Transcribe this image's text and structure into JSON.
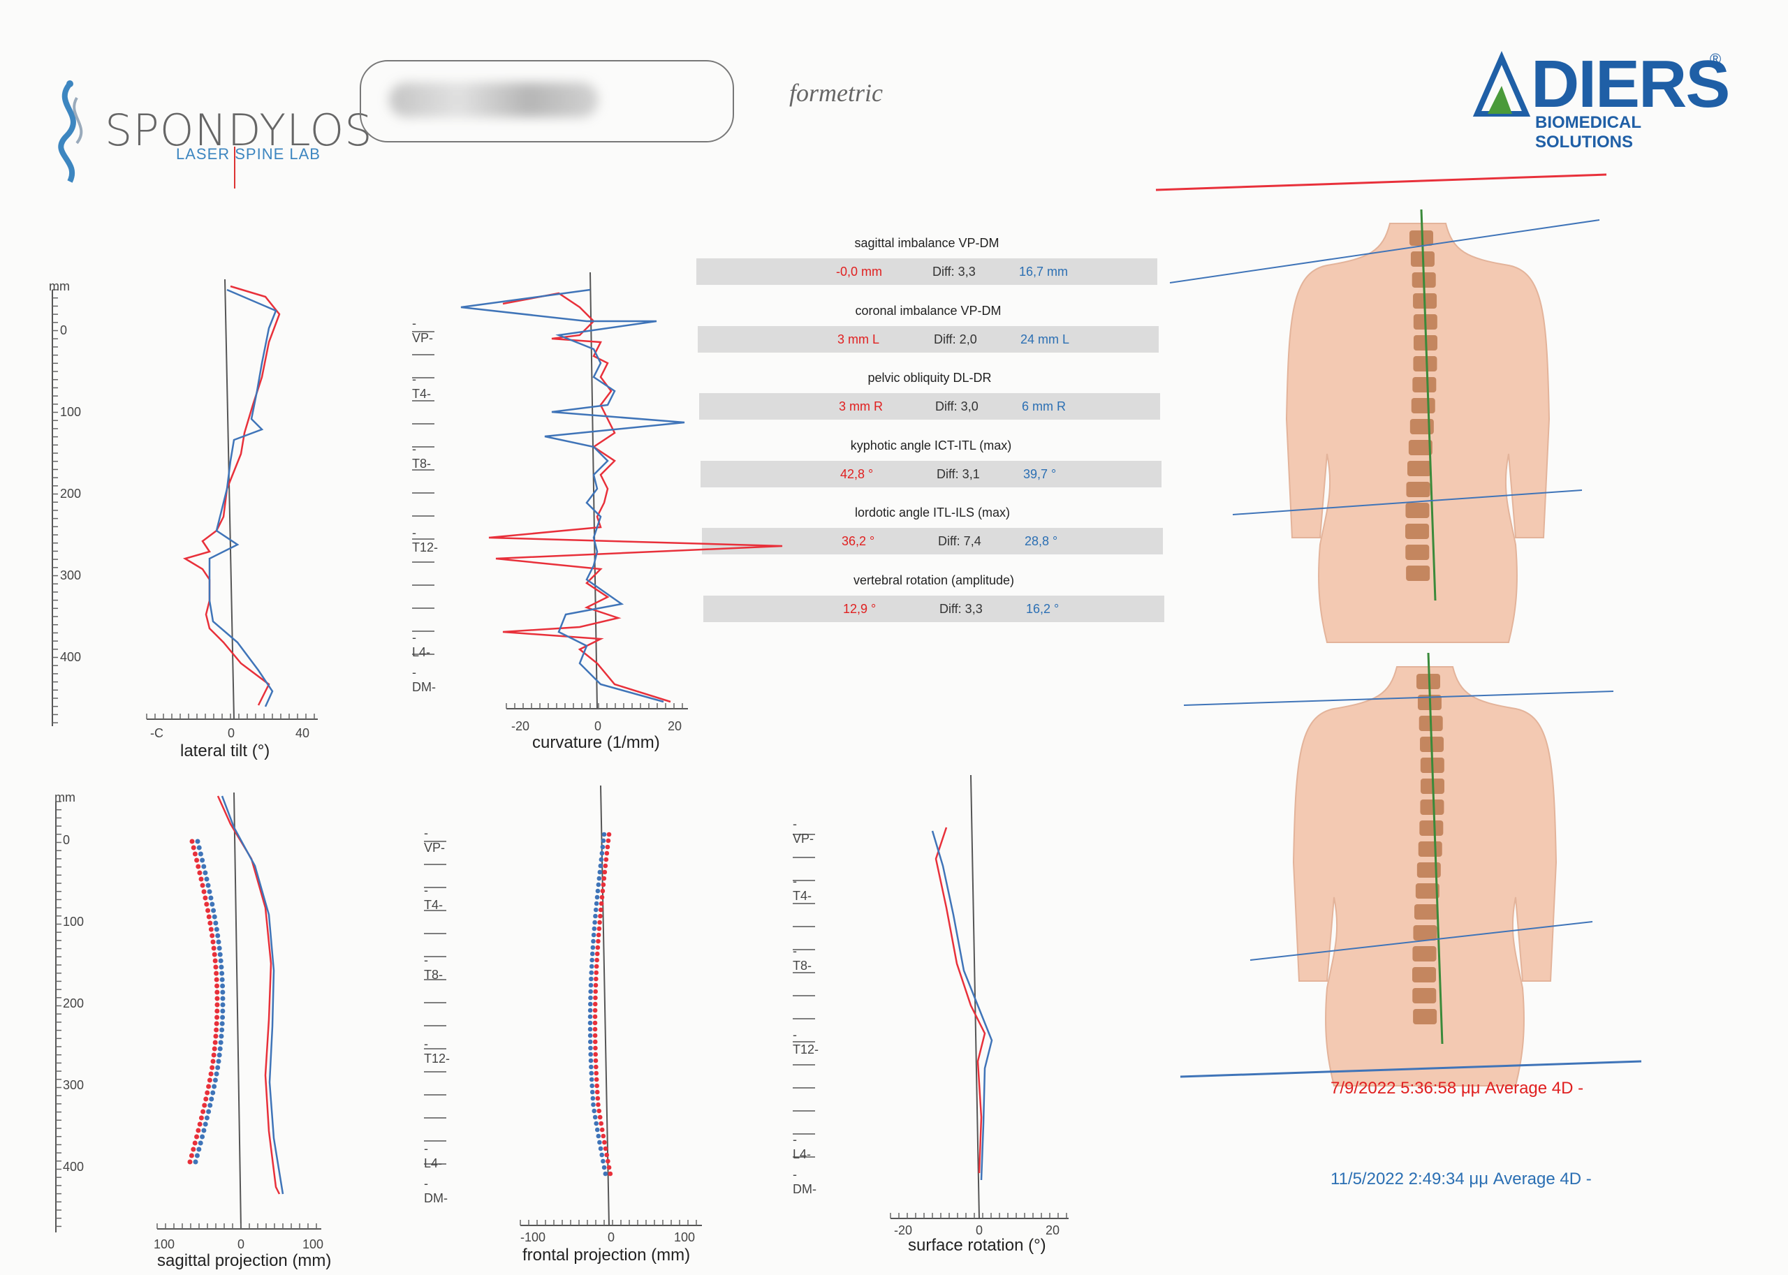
{
  "header": {
    "brand": "SPONDYLOS",
    "brand_sub": "LASER SPINE LAB",
    "product": "formetric",
    "vendor": "DIERS",
    "vendor_reg": "®",
    "vendor_sub": "BIOMEDICAL SOLUTIONS"
  },
  "parameters": [
    {
      "title": "sagittal imbalance VP-DM",
      "left": "-0,0 mm",
      "diff": "Diff: 3,3",
      "right": "16,7 mm"
    },
    {
      "title": "coronal imbalance VP-DM",
      "left": "3 mm L",
      "diff": "Diff: 2,0",
      "right": "24 mm L"
    },
    {
      "title": "pelvic obliquity DL-DR",
      "left": "3 mm R",
      "diff": "Diff: 3,0",
      "right": "6 mm R"
    },
    {
      "title": "kyphotic angle ICT-ITL (max)",
      "left": "42,8 °",
      "diff": "Diff: 3,1",
      "right": "39,7 °"
    },
    {
      "title": "lordotic angle ITL-ILS (max)",
      "left": "36,2 °",
      "diff": "Diff: 7,4",
      "right": "28,8 °"
    },
    {
      "title": "vertebral rotation (amplitude)",
      "left": "12,9 °",
      "diff": "Diff: 3,3",
      "right": "16,2 °"
    }
  ],
  "plots": {
    "lateral_tilt": {
      "xlabel": "lateral tilt (°)",
      "ticks": [
        "-C",
        "0",
        "40"
      ],
      "unit": "mm",
      "yticks": [
        "0",
        "100",
        "200",
        "300",
        "400"
      ]
    },
    "curvature": {
      "xlabel": "curvature (1/mm)",
      "ticks": [
        "-20",
        "0",
        "20"
      ],
      "levels": [
        "-VP-",
        "-T4-",
        "-T8-",
        "-T12-",
        "-L4-",
        "-DM-"
      ]
    },
    "sagittal_projection": {
      "xlabel": "sagittal projection (mm)",
      "ticks": [
        "100",
        "0",
        "100"
      ],
      "unit": "mm",
      "yticks": [
        "0",
        "100",
        "200",
        "300",
        "400"
      ]
    },
    "frontal_projection": {
      "xlabel": "frontal projection (mm)",
      "ticks": [
        "-100",
        "0",
        "100"
      ],
      "levels": [
        "-VP-",
        "-T4-",
        "-T8-",
        "-T12-",
        "-L4-",
        "-DM-"
      ]
    },
    "surface_rotation": {
      "xlabel": "surface rotation (°)",
      "ticks": [
        "-20",
        "0",
        "20"
      ],
      "levels": [
        "-VP-",
        "-T4-",
        "-T8-",
        "-T12-",
        "-L4-",
        "-DM-"
      ]
    }
  },
  "measurements": {
    "first": {
      "label": "7/9/2022 5:36:58 μμ Average 4D  -",
      "color": "#e02020"
    },
    "second": {
      "label": "11/5/2022 2:49:34 μμ Average 4D  -",
      "color": "#2b6fb3"
    }
  }
}
